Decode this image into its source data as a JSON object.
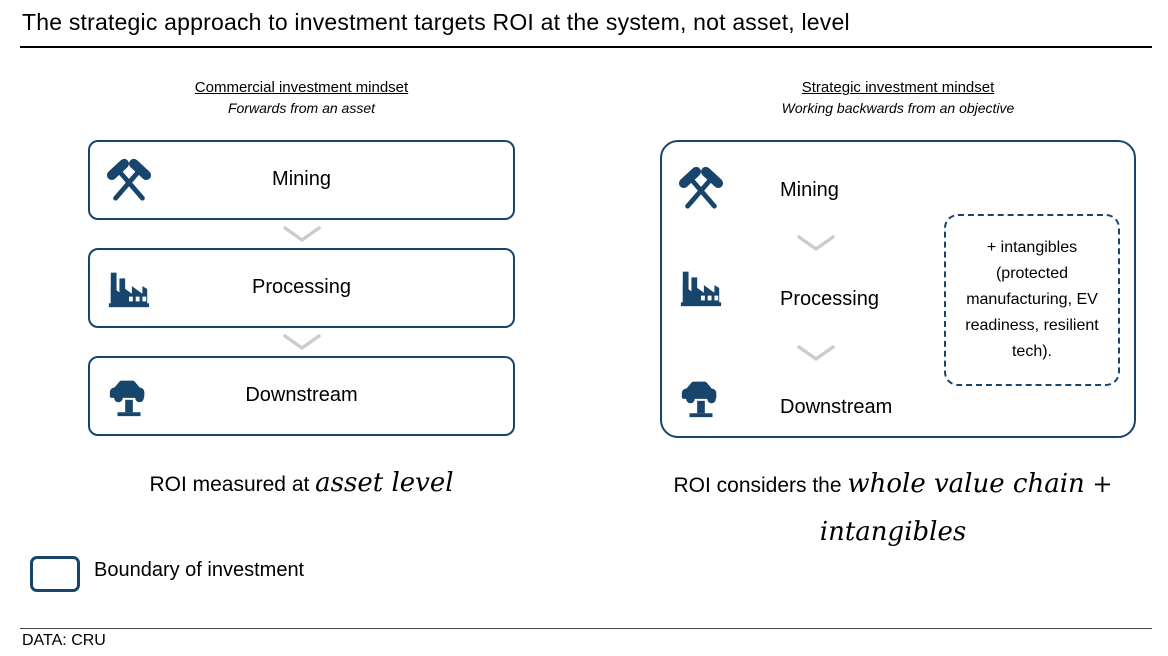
{
  "colors": {
    "navy": "#17456B",
    "chevron": "#C9CDD2"
  },
  "title": "The strategic approach to investment targets ROI at the system, not asset, level",
  "left": {
    "header": "Commercial investment mindset",
    "subheader": "Forwards from an asset",
    "stages": [
      {
        "label": "Mining"
      },
      {
        "label": "Processing"
      },
      {
        "label": "Downstream"
      }
    ],
    "caption": {
      "prefix": "ROI measured at ",
      "italic": "asset level"
    }
  },
  "right": {
    "header": "Strategic investment mindset",
    "subheader": "Working backwards from an objective",
    "stages": [
      {
        "label": "Mining"
      },
      {
        "label": "Processing"
      },
      {
        "label": "Downstream"
      }
    ],
    "intangibles_note": "+ intangibles (protected manufacturing, EV readiness, resilient tech).",
    "caption": {
      "prefix": "ROI considers the ",
      "italic1": "whole value chain",
      "plus": " +",
      "italic2": "intangibles"
    }
  },
  "legend": {
    "label": "Boundary of investment"
  },
  "footer": {
    "source": "DATA: CRU"
  }
}
